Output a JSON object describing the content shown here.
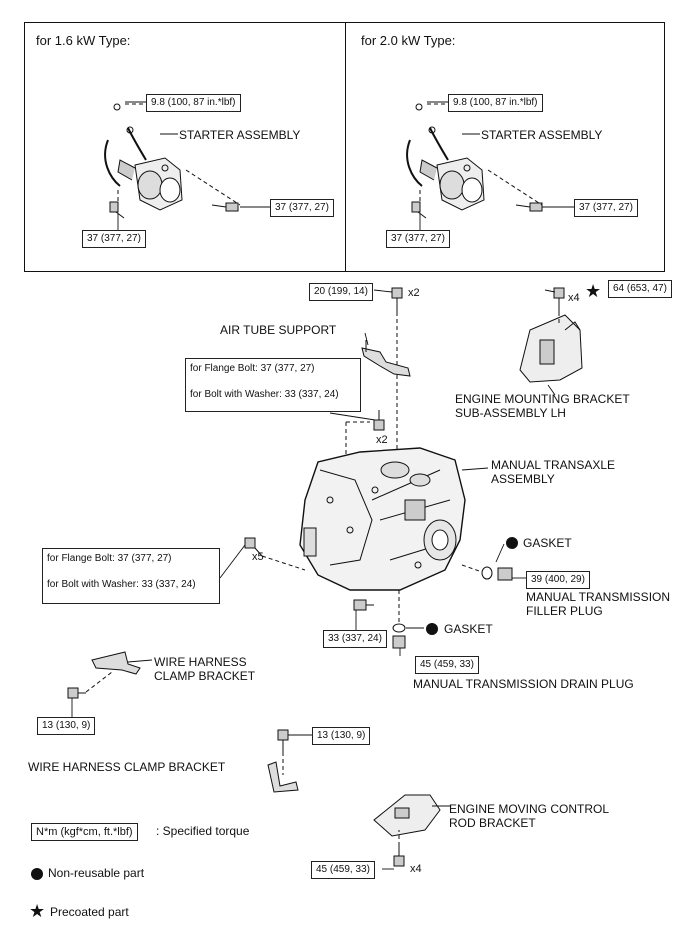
{
  "panels": [
    {
      "title": "for 1.6 kW Type:",
      "nut_torque": "9.8 (100, 87 in.*lbf)",
      "component": "STARTER ASSEMBLY",
      "bolt_torque_right": "37 (377, 27)",
      "bolt_torque_left": "37 (377, 27)"
    },
    {
      "title": "for 2.0 kW Type:",
      "nut_torque": "9.8 (100, 87 in.*lbf)",
      "component": "STARTER ASSEMBLY",
      "bolt_torque_right": "37 (377, 27)",
      "bolt_torque_left": "37 (377, 27)"
    }
  ],
  "top_bolt": {
    "torque": "20 (199, 14)",
    "qty": "x2"
  },
  "air_tube_support": {
    "label": "AIR TUBE SUPPORT"
  },
  "flange_box_upper": {
    "line1": "for Flange Bolt: 37 (377, 27)",
    "line2": "for Bolt with Washer: 33 (337, 24)",
    "qty": "x2"
  },
  "engine_mount": {
    "torque": "64 (653, 47)",
    "qty": "x4",
    "label_line1": "ENGINE MOUNTING BRACKET",
    "label_line2": "SUB-ASSEMBLY LH"
  },
  "transaxle": {
    "label_line1": "MANUAL TRANSAXLE",
    "label_line2": "ASSEMBLY"
  },
  "flange_box_left": {
    "line1": "for Flange Bolt: 37 (377, 27)",
    "line2": "for Bolt with Washer: 33 (337, 24)",
    "qty": "x5"
  },
  "gasket_filler": {
    "label": "GASKET"
  },
  "filler_plug": {
    "torque": "39 (400, 29)",
    "label_line1": "MANUAL TRANSMISSION",
    "label_line2": "FILLER PLUG"
  },
  "lower_bolt": {
    "torque": "33 (337, 24)"
  },
  "gasket_drain": {
    "label": "GASKET"
  },
  "drain_plug": {
    "torque": "45 (459, 33)",
    "label": "MANUAL TRANSMISSION DRAIN PLUG"
  },
  "wire_clamp_upper": {
    "label_line1": "WIRE HARNESS",
    "label_line2": "CLAMP BRACKET",
    "torque": "13 (130, 9)"
  },
  "wire_clamp_lower": {
    "label": "WIRE HARNESS CLAMP BRACKET",
    "torque": "13 (130, 9)"
  },
  "engine_moving": {
    "label_line1": "ENGINE MOVING CONTROL",
    "label_line2": "ROD BRACKET",
    "torque": "45 (459, 33)",
    "qty": "x4"
  },
  "legend": {
    "unit_box": "N*m (kgf*cm, ft.*lbf)",
    "unit_desc": ": Specified torque",
    "non_reusable": "Non-reusable part",
    "precoated": "Precoated part"
  }
}
